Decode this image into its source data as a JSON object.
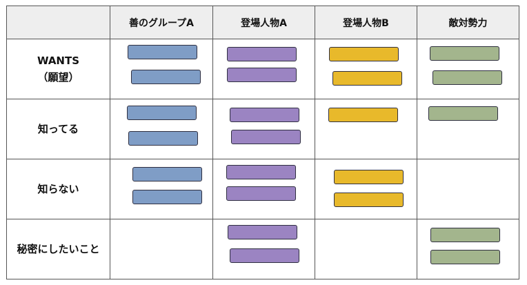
{
  "header": {
    "corner": "",
    "columns": [
      "善のグループA",
      "登場人物A",
      "登場人物B",
      "敵対勢力"
    ]
  },
  "rows": [
    {
      "label": "WANTS",
      "sublabel": "（願望）"
    },
    {
      "label": "知ってる"
    },
    {
      "label": "知らない"
    },
    {
      "label": "秘密にしたいこと"
    }
  ],
  "colors": {
    "group": "#7f9dc6",
    "charA": "#9b84c2",
    "charB": "#e8b92b",
    "enemy": "#a3b58d",
    "header_bg": "#eeeeee",
    "border": "#555555"
  },
  "bar_counts": [
    [
      2,
      2,
      2,
      2
    ],
    [
      2,
      2,
      1,
      1
    ],
    [
      2,
      2,
      2,
      0
    ],
    [
      0,
      2,
      0,
      2
    ]
  ]
}
